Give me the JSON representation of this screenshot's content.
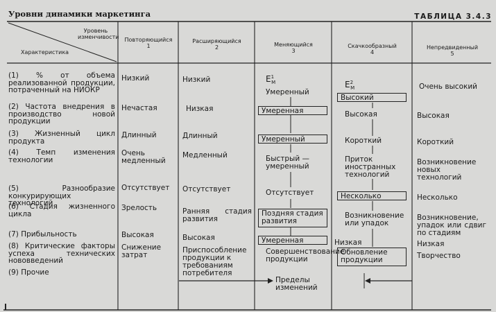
{
  "title": "Уровни динамики маркетинга",
  "table_no": "ТАБЛИЦА 3.4.3",
  "corner": {
    "top": "Уровень изменчивости",
    "bottom": "Характеристика"
  },
  "levels": [
    {
      "name": "Повторяющийся",
      "num": "1"
    },
    {
      "name": "Расширяющийся",
      "num": "2"
    },
    {
      "name": "Меняющийся",
      "num": "3"
    },
    {
      "name": "Скачкообразный",
      "num": "4"
    },
    {
      "name": "Непредвиденный",
      "num": "5"
    }
  ],
  "rows": [
    "(1) % от объема реализованной продукции, потраченный на НИОКР",
    "(2) Частота внедрения в производство новой продукции",
    "(3) Жизненный цикл продукта",
    "(4) Темп изменения технологии",
    "(5) Разнообразие конкурирующих технологий",
    "(6) Стадия жизненного цикла",
    "(7) Прибыльность",
    "(8) Критические факторы успеха технических нововведений",
    "(9) Прочие"
  ],
  "col1": [
    "Низкий",
    "Нечастая",
    "Длинный",
    "Очень медленный",
    "Отсутствует",
    "Зрелость",
    "Высокая",
    "Снижение затрат"
  ],
  "col2": [
    "Низкий",
    "Низкая",
    "Длинный",
    "Медленный",
    "Отсутствует",
    "Ранняя стадия развития",
    "Высокая",
    "Приспособление продукции к требованиям потребителя"
  ],
  "col3": {
    "em": "E",
    "em_sub": "M",
    "em_sup": "1",
    "r1": "Умеренный",
    "r2": "Умеренная",
    "r3": "Умеренный",
    "r4": "Быстрый — умеренный",
    "r5": "Отсутствует",
    "r6": "Поздняя стадия развития",
    "r7": "Умеренная",
    "r8": "Совершенствование продукции"
  },
  "col4": {
    "em": "E",
    "em_sub": "M",
    "em_sup": "2",
    "r1": "Высокий",
    "r2": "Высокая",
    "r3": "Короткий",
    "r4": "Приток иностранных технологий",
    "r5": "Несколько",
    "r6": "Возникновение или упадок",
    "r7": "Низкая",
    "r8": "Обновление продукции"
  },
  "col5": [
    "Очень высокий",
    "Высокая",
    "Короткий",
    "Возникновение новых технологий",
    "Несколько",
    "Возникновение, упадок или сдвиг по стадиям",
    "Низкая",
    "Творчество"
  ],
  "limits": "Пределы изменений"
}
